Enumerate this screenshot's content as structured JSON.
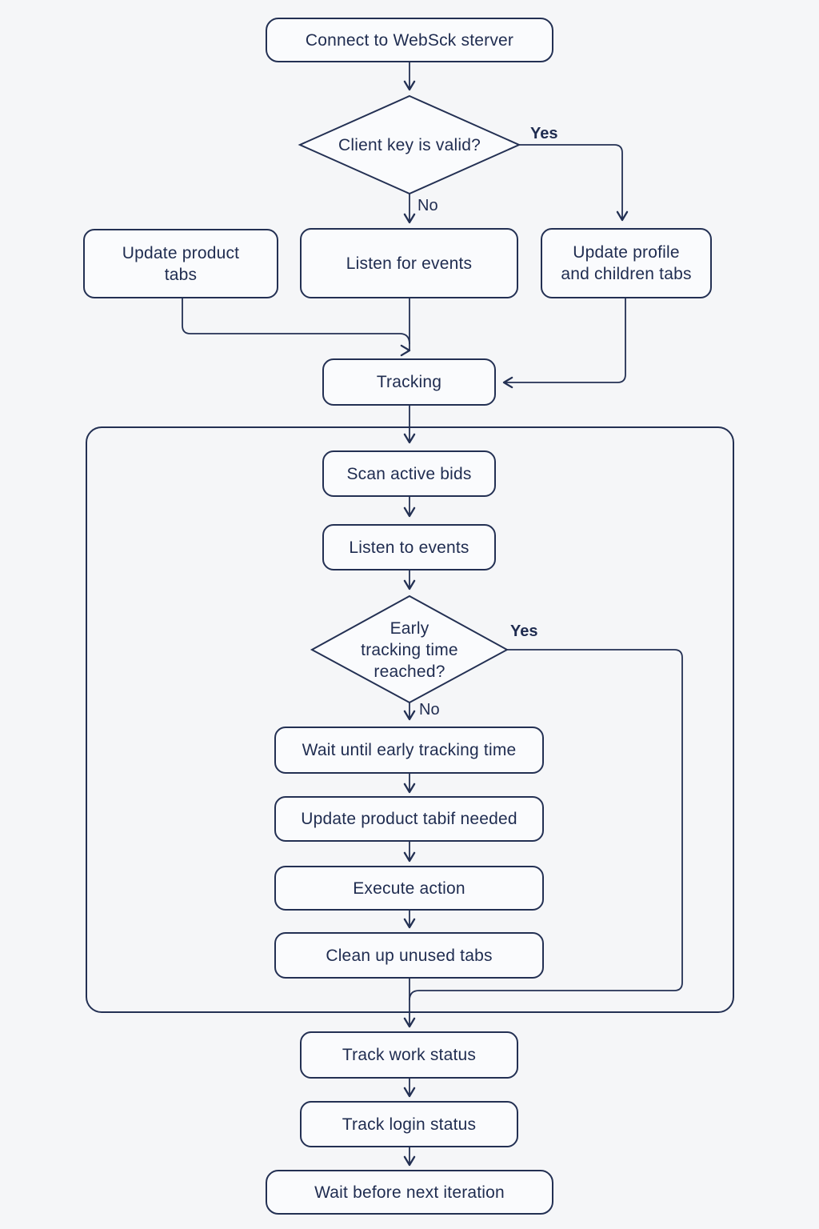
{
  "page": {
    "background": "#f5f6f8",
    "stroke_color": "#233053",
    "text_color": "#1f2c50"
  },
  "nodes": {
    "connect_server": {
      "label": "Connect to WebSck sterver"
    },
    "client_key_valid": {
      "label": "Client key is valid?"
    },
    "update_product_tabs": {
      "line1": "Update product",
      "line2": "tabs"
    },
    "listen_for_events": {
      "label": "Listen for events"
    },
    "update_profile": {
      "line1": "Update profile",
      "line2": "and children tabs"
    },
    "tracking": {
      "label": "Tracking"
    },
    "scan_active_bids": {
      "label": "Scan active bids"
    },
    "listen_to_events": {
      "label": "Listen to events"
    },
    "early_tracking_time": {
      "line1": "Early",
      "line2": "tracking time",
      "line3": "reached?"
    },
    "wait_until_early": {
      "label": "Wait until early tracking time"
    },
    "update_product_tab_if_needed": {
      "label": "Update product tabif needed"
    },
    "execute_action": {
      "label": "Execute action"
    },
    "clean_up_unused_tabs": {
      "label": "Clean up unused tabs"
    },
    "track_work_status": {
      "label": "Track work status"
    },
    "track_login_status": {
      "label": "Track login status"
    },
    "wait_before_next": {
      "label": "Wait before next iteration"
    }
  },
  "edge_labels": {
    "key_valid_yes": "Yes",
    "key_valid_no": "No",
    "early_time_yes": "Yes",
    "early_time_no": "No"
  }
}
